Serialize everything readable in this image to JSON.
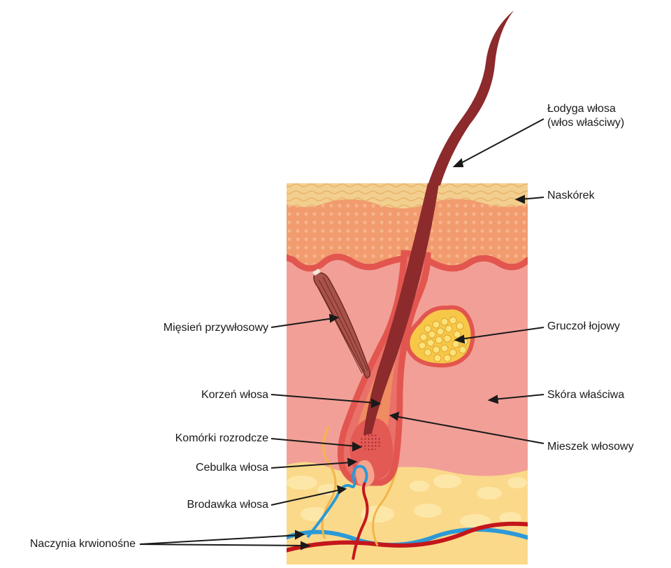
{
  "labels": {
    "hair_shaft_line1": "Łodyga włosa",
    "hair_shaft_line2": "(włos właściwy)",
    "epidermis": "Naskórek",
    "sebaceous_gland": "Gruczoł łojowy",
    "dermis": "Skóra właściwa",
    "hair_follicle": "Mieszek włosowy",
    "arrector_muscle": "Mięsień przywłosowy",
    "hair_root": "Korzeń włosa",
    "germ_cells": "Komórki rozrodcze",
    "hair_bulb": "Cebulka włosa",
    "hair_papilla": "Brodawka włosa",
    "blood_vessels": "Naczynia krwionośne"
  },
  "colors": {
    "epidermis": "#f3cf8f",
    "epidermis_wave": "#e8b870",
    "upper_dermis": "#f29b6e",
    "dermis": "#f2a097",
    "follicle": "#e2564f",
    "hair": "#8c2a2c",
    "fat": "#fbd98a",
    "artery": "#c4161c",
    "vein": "#2b9ad6",
    "nerve": "#f2b64a",
    "gland": "#f7c847",
    "muscle": "#a9524a"
  }
}
